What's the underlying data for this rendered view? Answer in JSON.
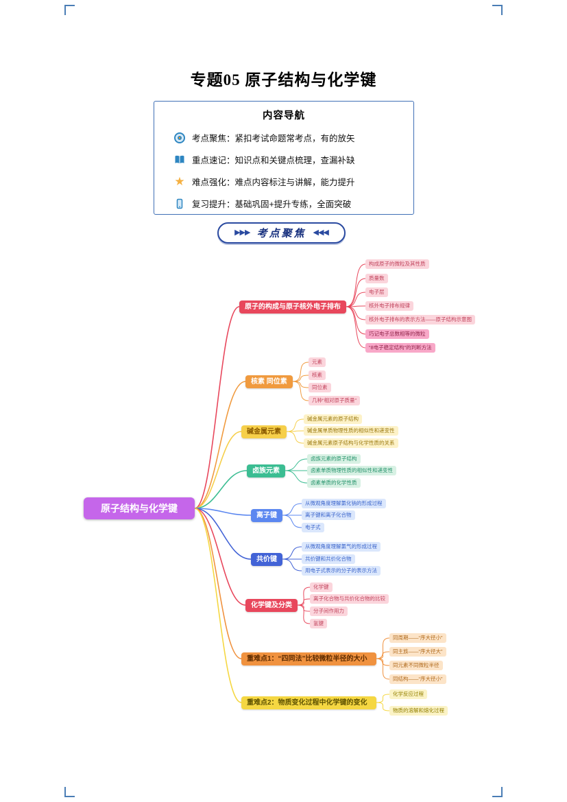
{
  "page": {
    "title": "专题05 原子结构与化学键"
  },
  "nav_box": {
    "title": "内容导航",
    "items": [
      {
        "icon": "target-icon",
        "text": "考点聚焦：紧扣考试命题常考点，有的放矢"
      },
      {
        "icon": "book-icon",
        "text": "重点速记：知识点和关键点梳理，查漏补缺"
      },
      {
        "icon": "star-icon",
        "text": "难点强化：难点内容标注与讲解，能力提升"
      },
      {
        "icon": "phone-icon",
        "text": "复习提升：基础巩固+提升专练，全面突破"
      }
    ]
  },
  "section_banner": {
    "left_arrows": "▶▶▶",
    "label": "考点聚焦",
    "right_arrows": "◀◀◀"
  },
  "mindmap": {
    "root": {
      "label": "原子结构与化学键",
      "color": "#c566ea"
    },
    "branches": [
      {
        "label": "原子的构成与原子核外电子排布",
        "node_color": "#e8475c",
        "node_text_color": "#ffffff",
        "leaf_bg": "#fbd5dc",
        "leaf_text": "#c2455e",
        "leaf_highlight_bg": "#f8a8c8",
        "leaf_highlight_text": "#93274d",
        "leaves": [
          {
            "label": "构成原子的微粒及其性质"
          },
          {
            "label": "质量数"
          },
          {
            "label": "电子层"
          },
          {
            "label": "核外电子排布规律"
          },
          {
            "label": "核外电子排布的表示方法——原子结构示意图"
          },
          {
            "label": "巧记电子总数相等的微粒",
            "highlight": true
          },
          {
            "label": "“8电子稳定结构”的判断方法",
            "highlight": true
          }
        ]
      },
      {
        "label": "核素 同位素",
        "node_color": "#f09a3e",
        "node_text_color": "#ffffff",
        "leaf_bg": "#fbd5dc",
        "leaf_text": "#c2455e",
        "leaves": [
          {
            "label": "元素"
          },
          {
            "label": "核素"
          },
          {
            "label": "同位素"
          },
          {
            "label": "几种“相对原子质量”"
          }
        ]
      },
      {
        "label": "碱金属元素",
        "node_color": "#f6cf4a",
        "node_text_color": "#8a5a00",
        "leaf_bg": "#fdf2c8",
        "leaf_text": "#9c7a10",
        "leaves": [
          {
            "label": "碱金属元素的原子结构"
          },
          {
            "label": "碱金属单质物理性质的相似性和递变性"
          },
          {
            "label": "碱金属元素原子结构与化学性质的关系"
          }
        ]
      },
      {
        "label": "卤族元素",
        "node_color": "#3bbd92",
        "node_text_color": "#ffffff",
        "leaf_bg": "#d8f1e4",
        "leaf_text": "#23926a",
        "leaves": [
          {
            "label": "卤族元素的原子结构"
          },
          {
            "label": "卤素单质物理性质的相似性和递变性"
          },
          {
            "label": "卤素单质的化学性质"
          }
        ]
      },
      {
        "label": "离子键",
        "node_color": "#5b87f0",
        "node_text_color": "#ffffff",
        "leaf_bg": "#dbe7fc",
        "leaf_text": "#3c66cc",
        "leaves": [
          {
            "label": "从微观角度理解氯化钠的形成过程"
          },
          {
            "label": "离子键和离子化合物"
          },
          {
            "label": "电子式"
          }
        ]
      },
      {
        "label": "共价键",
        "node_color": "#4263d6",
        "node_text_color": "#ffffff",
        "leaf_bg": "#dbe7fc",
        "leaf_text": "#3c66cc",
        "leaves": [
          {
            "label": "从微观角度理解氯气的形成过程"
          },
          {
            "label": "共价键和共价化合物"
          },
          {
            "label": "用电子式表示的分子的表示方法"
          }
        ]
      },
      {
        "label": "化学键及分类",
        "node_color": "#e8475c",
        "node_text_color": "#ffffff",
        "leaf_bg": "#fbd5dc",
        "leaf_text": "#c2455e",
        "leaves": [
          {
            "label": "化学键"
          },
          {
            "label": "离子化合物与共价化合物的比较"
          },
          {
            "label": "分子间作用力"
          },
          {
            "label": "氢键"
          }
        ]
      },
      {
        "label": "重难点1：“四同法”比较微粒半径的大小",
        "node_color": "#f0923f",
        "node_text_color": "#5e2c00",
        "leaf_bg": "#fce4c8",
        "leaf_text": "#b06a1c",
        "leaves": [
          {
            "label": "同周期——“序大径小”"
          },
          {
            "label": "同主族——“序大径大”"
          },
          {
            "label": "同元素不同微粒半径"
          },
          {
            "label": "同结构——“序大径小”"
          }
        ]
      },
      {
        "label": "重难点2：物质变化过程中化学键的变化",
        "node_color": "#f5d742",
        "node_text_color": "#5e5200",
        "leaf_bg": "#fbf3c6",
        "leaf_text": "#948000",
        "leaves": [
          {
            "label": "化学反应过程"
          },
          {
            "label": "物质的溶解和熔化过程"
          }
        ]
      }
    ]
  }
}
